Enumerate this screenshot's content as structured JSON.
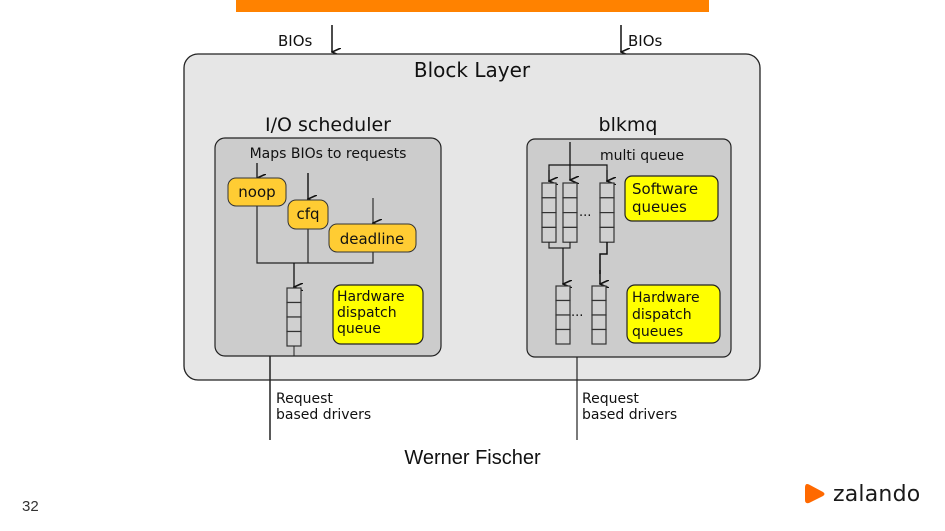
{
  "slide": {
    "page_number": "32",
    "caption": "Werner Fischer",
    "accent_color": "#ff8200"
  },
  "diagram": {
    "bios_left": "BIOs",
    "bios_right": "BIOs",
    "block_layer": "Block Layer",
    "io_scheduler": {
      "title": "I/O scheduler",
      "subtitle": "Maps BIOs to requests",
      "schedulers": [
        "noop",
        "cfq",
        "deadline"
      ],
      "hw_label_lines": [
        "Hardware",
        "dispatch",
        "queue"
      ]
    },
    "blkmq": {
      "title": "blkmq",
      "subtitle": "multi queue",
      "ellipsis": "...",
      "sw_label_lines": [
        "Software",
        "queues"
      ],
      "hw_label_lines": [
        "Hardware",
        "dispatch",
        "queues"
      ]
    },
    "drivers_left_lines": [
      "Request",
      "based drivers"
    ],
    "drivers_right_lines": [
      "Request",
      "based drivers"
    ]
  },
  "brand": {
    "name": "zalando",
    "color": "#ff6900"
  }
}
